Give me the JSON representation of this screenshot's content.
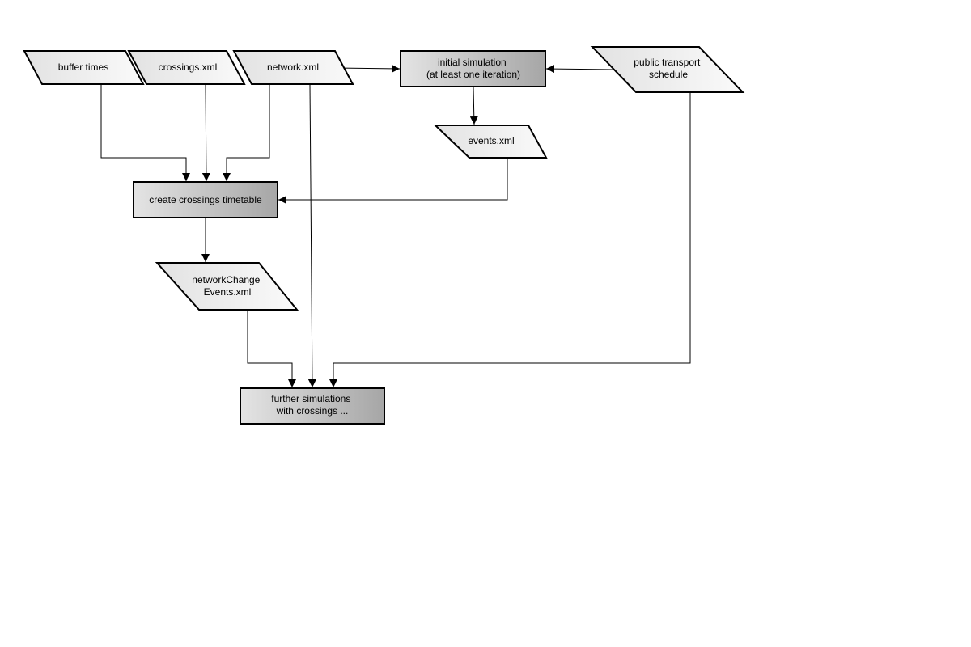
{
  "nodes": {
    "buffer_times": {
      "lines": [
        "buffer times"
      ]
    },
    "crossings_xml": {
      "lines": [
        "crossings.xml"
      ]
    },
    "network_xml": {
      "lines": [
        "network.xml"
      ]
    },
    "initial_simulation": {
      "lines": [
        "initial simulation",
        "(at least one iteration)"
      ]
    },
    "public_transport_schedule": {
      "lines": [
        "public transport",
        "schedule"
      ]
    },
    "events_xml": {
      "lines": [
        "events.xml"
      ]
    },
    "create_crossings_timetable": {
      "lines": [
        "create crossings timetable"
      ]
    },
    "network_change_events_xml": {
      "lines": [
        "networkChange",
        "Events.xml"
      ]
    },
    "further_simulations": {
      "lines": [
        "further simulations",
        "with crossings ..."
      ]
    }
  },
  "colors": {
    "process_fill_light": "#e4e4e4",
    "process_fill_dark": "#a6a6a6",
    "data_fill_light": "#e2e2e2",
    "data_fill_dark": "#fafafa",
    "stroke": "#000000"
  }
}
